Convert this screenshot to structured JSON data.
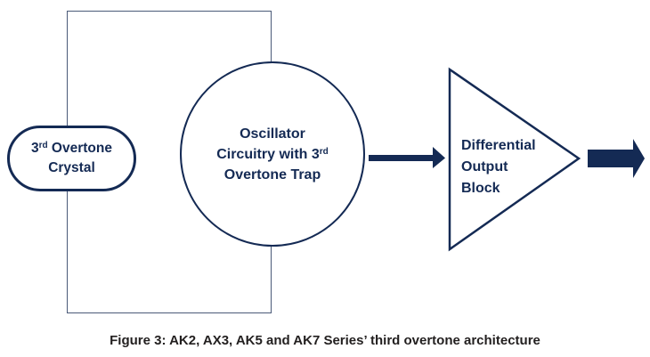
{
  "colors": {
    "navy": "#142a54",
    "outline": "#4a5a78",
    "caption": "#221f1f",
    "background": "#ffffff"
  },
  "diagram": {
    "crystal_block": {
      "line1_base": "3",
      "line1_sup": "rd",
      "line1_rest": " Overtone",
      "line2": "Crystal"
    },
    "oscillator_block": {
      "line1": "Oscillator",
      "line2_base": "Circuitry with 3",
      "line2_sup": "rd",
      "line3": "Overtone Trap"
    },
    "differential_block": {
      "line1": "Differential",
      "line2": "Output",
      "line3": "Block"
    }
  },
  "caption": "Figure 3: AK2, AX3, AK5 and AK7 Series’ third overtone architecture"
}
